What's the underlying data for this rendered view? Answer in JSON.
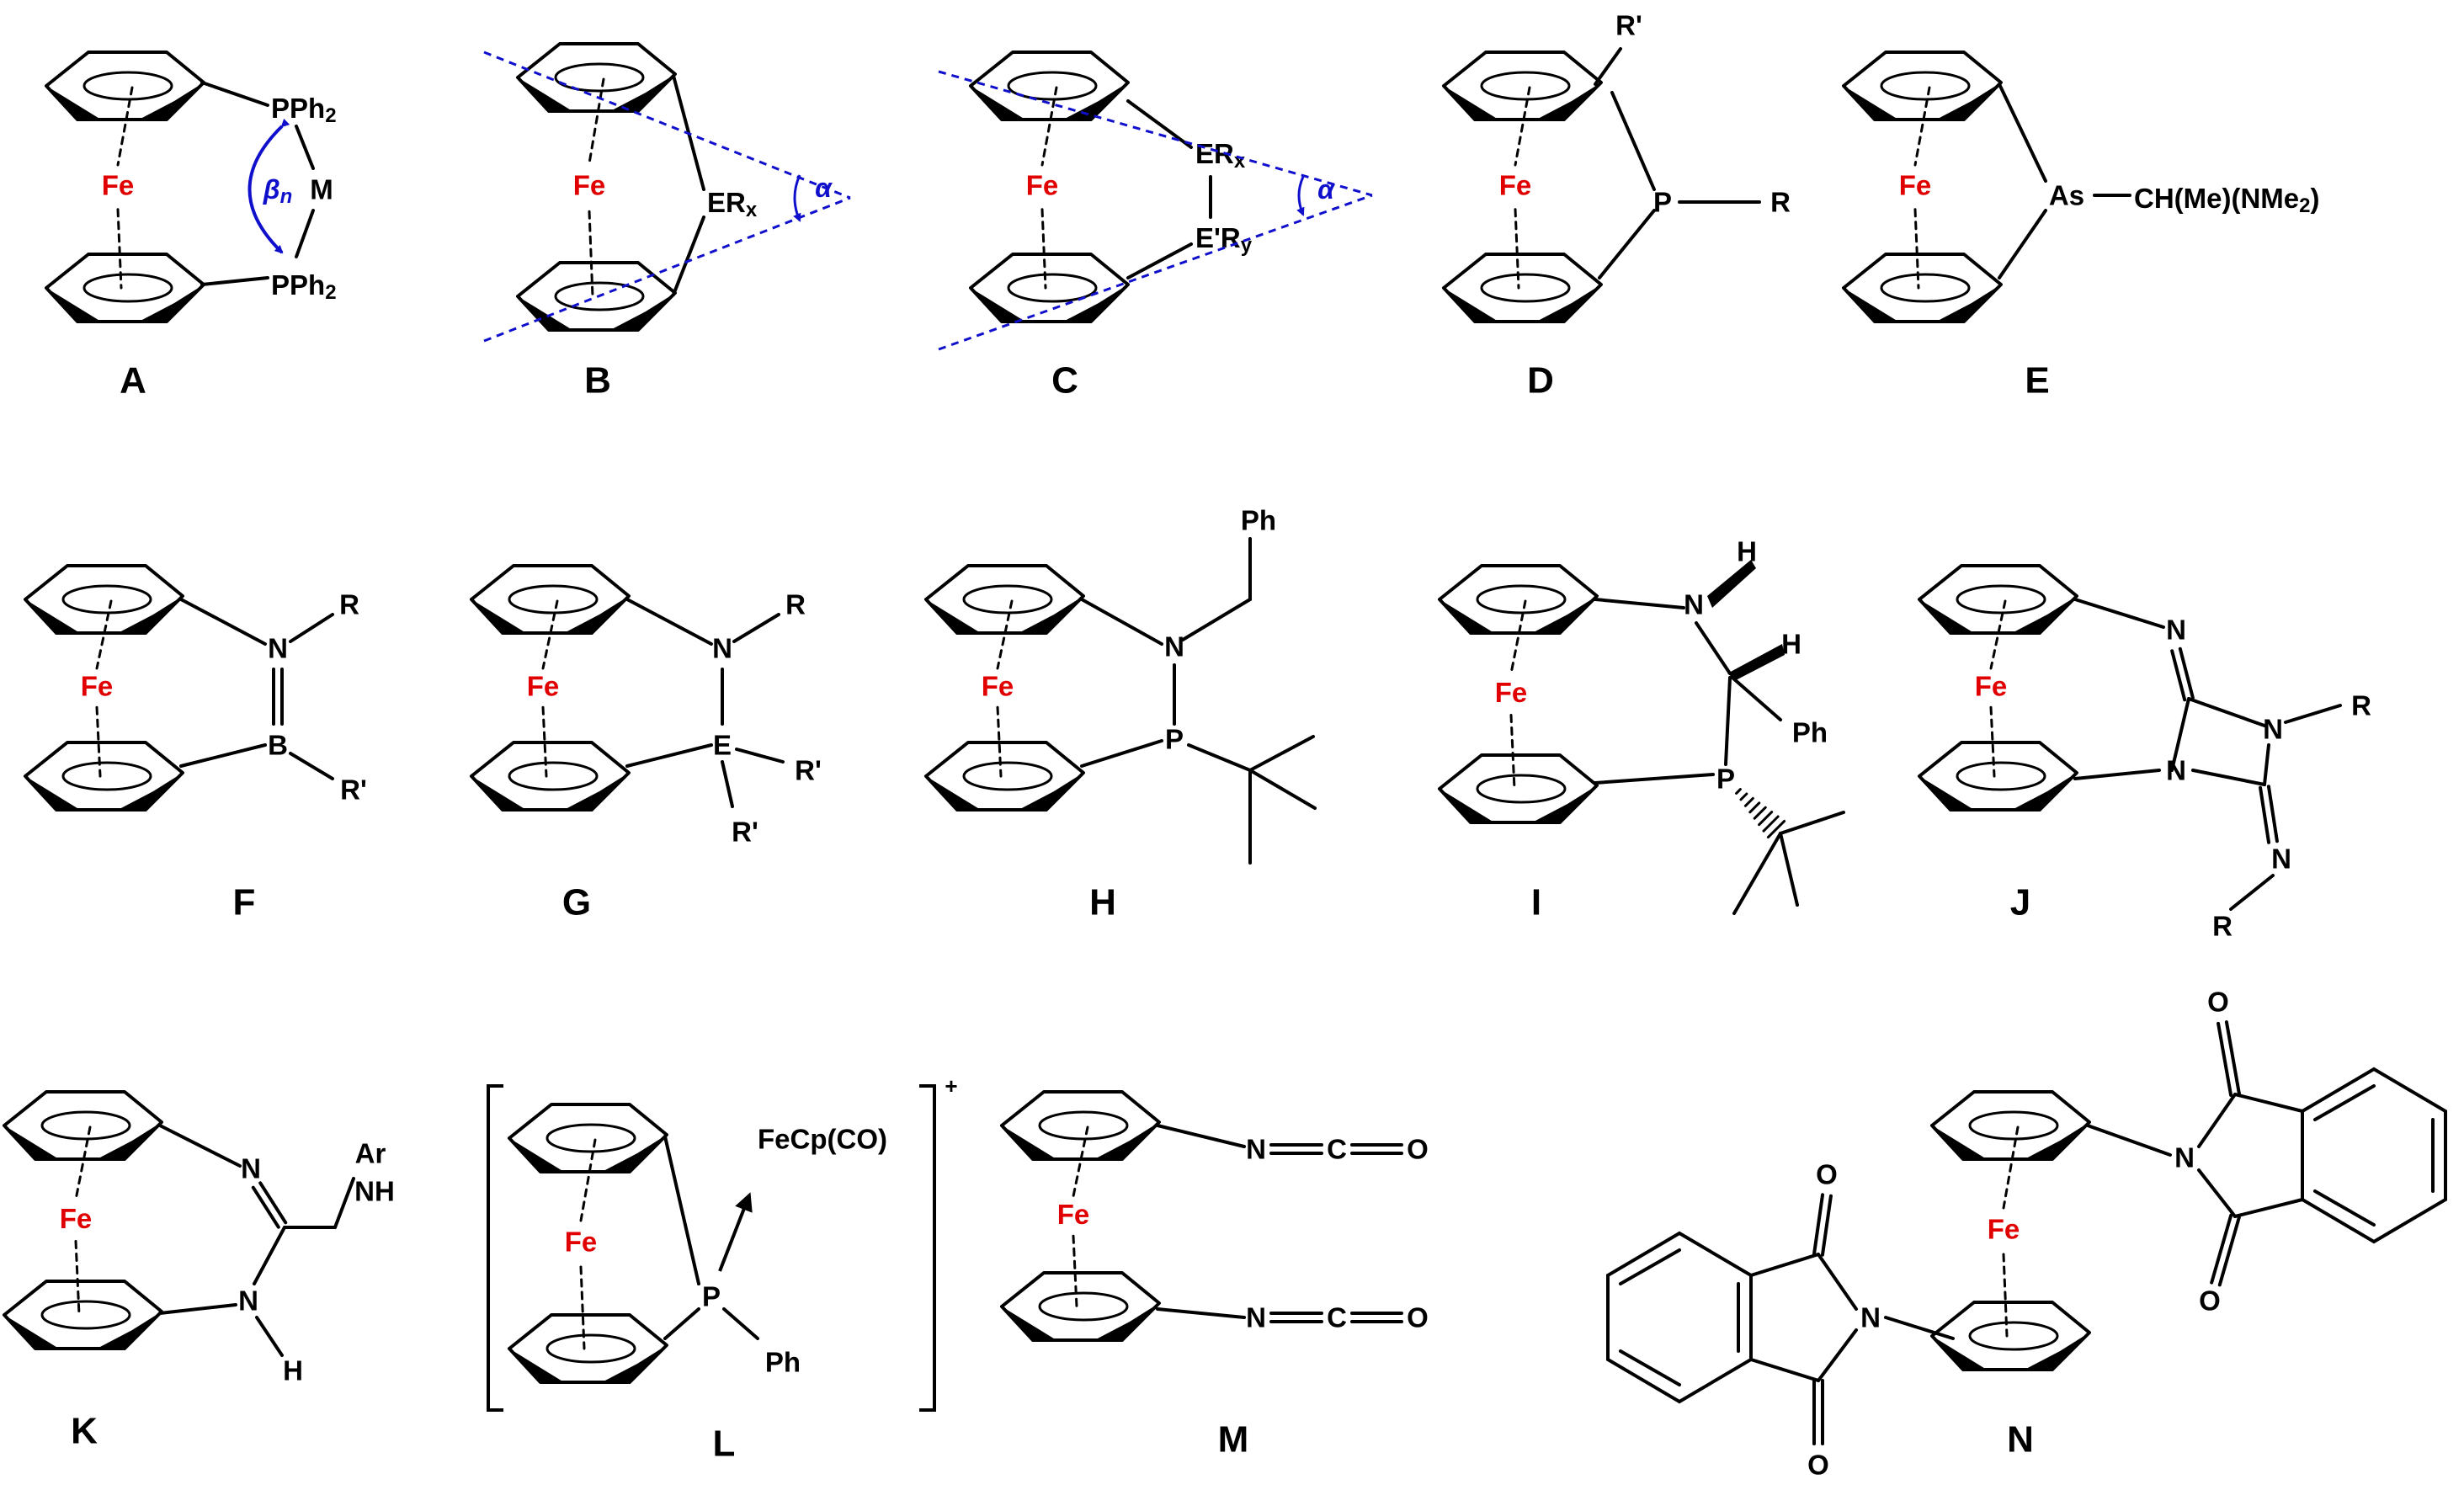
{
  "figure": {
    "compounds": [
      {
        "label": "A"
      },
      {
        "label": "B"
      },
      {
        "label": "C"
      },
      {
        "label": "D"
      },
      {
        "label": "E"
      },
      {
        "label": "F"
      },
      {
        "label": "G"
      },
      {
        "label": "H"
      },
      {
        "label": "I"
      },
      {
        "label": "J"
      },
      {
        "label": "K"
      },
      {
        "label": "L"
      },
      {
        "label": "M"
      },
      {
        "label": "N"
      }
    ],
    "metal": "Fe",
    "colors": {
      "iron": "#e00000",
      "annotation": "#1010cc",
      "bond": "#000000"
    },
    "texts": {
      "A": {
        "p_top": "PPh",
        "p_top_sub": "2",
        "m": "M",
        "p_bot": "PPh",
        "p_bot_sub": "2",
        "beta": "β",
        "beta_sub": "n"
      },
      "B": {
        "e": "ER",
        "e_sub": "x",
        "alpha": "α"
      },
      "C": {
        "e1": "ER",
        "e1_sub": "x",
        "e2": "E'R",
        "e2_sub": "y",
        "alpha": "α"
      },
      "D": {
        "r1": "R'",
        "p": "P",
        "r": "R"
      },
      "E": {
        "as": "As",
        "sub": "CH(Me)(NMe",
        "sub_2": "2",
        "sub_end": ")"
      },
      "F": {
        "n": "N",
        "r": "R",
        "b": "B",
        "r1": "R'"
      },
      "G": {
        "n": "N",
        "r": "R",
        "e": "E",
        "r1": "R'",
        "r2": "R'"
      },
      "H": {
        "ph": "Ph",
        "n": "N",
        "p": "P"
      },
      "I": {
        "n": "N",
        "h1": "H",
        "h2": "H",
        "ph": "Ph",
        "p": "P"
      },
      "J": {
        "n1": "N",
        "n2": "N",
        "r1": "R",
        "n3": "N",
        "n4": "N",
        "r2": "R"
      },
      "K": {
        "n1": "N",
        "ar": "Ar",
        "nh": "NH",
        "n2": "N",
        "h": "H"
      },
      "L": {
        "fe2": "FeCp(CO)",
        "p": "P",
        "ph": "Ph",
        "charge": "+"
      },
      "M": {
        "n": "N",
        "c": "C",
        "o": "O"
      },
      "N": {
        "n": "N",
        "o": "O"
      }
    }
  }
}
